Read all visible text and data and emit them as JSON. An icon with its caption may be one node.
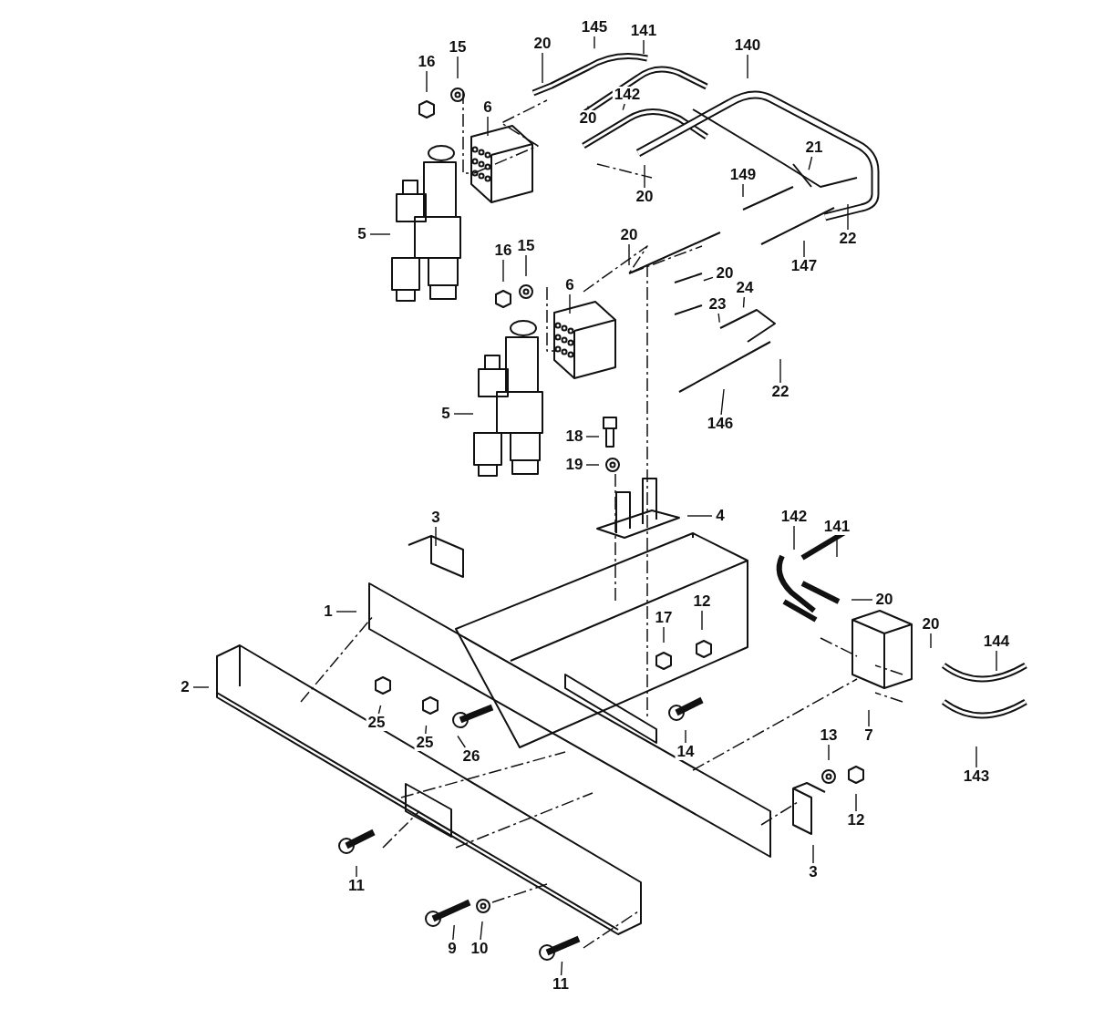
{
  "diagram": {
    "nodes": [
      {
        "text": [
          "16"
        ]
      },
      {
        "text": [
          "15"
        ]
      },
      {
        "text": [
          "20"
        ]
      },
      {
        "text": [
          "145"
        ]
      },
      {
        "text": [
          "141"
        ]
      },
      {
        "text": [
          "140"
        ]
      },
      {
        "text": [
          "6"
        ]
      },
      {
        "text": [
          "142"
        ]
      },
      {
        "text": [
          "20"
        ]
      },
      {
        "text": [
          "21"
        ]
      },
      {
        "text": [
          "20"
        ]
      },
      {
        "text": [
          "149"
        ]
      },
      {
        "text": [
          "5"
        ]
      },
      {
        "text": [
          "22"
        ]
      },
      {
        "text": [
          "147"
        ]
      },
      {
        "text": [
          "16"
        ]
      },
      {
        "text": [
          "15"
        ]
      },
      {
        "text": [
          "20"
        ]
      },
      {
        "text": [
          "20"
        ]
      },
      {
        "text": [
          "6"
        ]
      },
      {
        "text": [
          "24"
        ]
      },
      {
        "text": [
          "23"
        ]
      },
      {
        "text": [
          "22"
        ]
      },
      {
        "text": [
          "146"
        ]
      },
      {
        "text": [
          "5"
        ]
      },
      {
        "text": [
          "18"
        ]
      },
      {
        "text": [
          "19"
        ]
      },
      {
        "text": [
          "4"
        ]
      },
      {
        "text": [
          "3"
        ]
      },
      {
        "text": [
          "142"
        ]
      },
      {
        "text": [
          "141"
        ]
      },
      {
        "text": [
          "1"
        ]
      },
      {
        "text": [
          "20"
        ]
      },
      {
        "text": [
          "17"
        ]
      },
      {
        "text": [
          "12"
        ]
      },
      {
        "text": [
          "20"
        ]
      },
      {
        "text": [
          "144"
        ]
      },
      {
        "text": [
          "2"
        ]
      },
      {
        "text": [
          "7"
        ]
      },
      {
        "text": [
          "25"
        ]
      },
      {
        "text": [
          "25"
        ]
      },
      {
        "text": [
          "26"
        ]
      },
      {
        "text": [
          "14"
        ]
      },
      {
        "text": [
          "13"
        ]
      },
      {
        "text": [
          "143"
        ]
      },
      {
        "text": [
          "12"
        ]
      },
      {
        "text": [
          "3"
        ]
      },
      {
        "text": [
          "11"
        ]
      },
      {
        "text": [
          "9"
        ]
      },
      {
        "text": [
          "10"
        ]
      },
      {
        "text": [
          "11"
        ]
      }
    ],
    "edges": [
      {
        "from": 0,
        "to": null,
        "arrow": "none"
      },
      {
        "from": 1,
        "to": null,
        "arrow": "none"
      },
      {
        "from": 2,
        "to": null,
        "arrow": "none"
      },
      {
        "from": 3,
        "to": null,
        "arrow": "none"
      },
      {
        "from": 4,
        "to": null,
        "arrow": "none"
      },
      {
        "from": 5,
        "to": null,
        "arrow": "none"
      },
      {
        "from": 6,
        "to": null,
        "arrow": "none"
      },
      {
        "from": 7,
        "to": null,
        "arrow": "none"
      },
      {
        "from": 8,
        "to": null,
        "arrow": "none"
      },
      {
        "from": 9,
        "to": null,
        "arrow": "none"
      },
      {
        "from": 10,
        "to": null,
        "arrow": "none"
      },
      {
        "from": 11,
        "to": null,
        "arrow": "none"
      },
      {
        "from": 12,
        "to": null,
        "arrow": "none"
      },
      {
        "from": 13,
        "to": null,
        "arrow": "none"
      },
      {
        "from": 14,
        "to": null,
        "arrow": "none"
      },
      {
        "from": 15,
        "to": null,
        "arrow": "none"
      },
      {
        "from": 16,
        "to": null,
        "arrow": "none"
      },
      {
        "from": 17,
        "to": null,
        "arrow": "none"
      },
      {
        "from": 18,
        "to": null,
        "arrow": "none"
      },
      {
        "from": 19,
        "to": null,
        "arrow": "none"
      },
      {
        "from": 20,
        "to": null,
        "arrow": "none"
      },
      {
        "from": 21,
        "to": null,
        "arrow": "none"
      },
      {
        "from": 22,
        "to": null,
        "arrow": "none"
      },
      {
        "from": 23,
        "to": null,
        "arrow": "none"
      },
      {
        "from": 24,
        "to": null,
        "arrow": "none"
      },
      {
        "from": 25,
        "to": null,
        "arrow": "none"
      },
      {
        "from": 26,
        "to": null,
        "arrow": "none"
      },
      {
        "from": 27,
        "to": null,
        "arrow": "none"
      },
      {
        "from": 28,
        "to": null,
        "arrow": "none"
      },
      {
        "from": 29,
        "to": null,
        "arrow": "none"
      },
      {
        "from": 30,
        "to": null,
        "arrow": "none"
      },
      {
        "from": 31,
        "to": null,
        "arrow": "none"
      },
      {
        "from": 32,
        "to": null,
        "arrow": "none"
      },
      {
        "from": 33,
        "to": null,
        "arrow": "none"
      },
      {
        "from": 34,
        "to": null,
        "arrow": "none"
      },
      {
        "from": 35,
        "to": null,
        "arrow": "none"
      },
      {
        "from": 36,
        "to": null,
        "arrow": "none"
      },
      {
        "from": 37,
        "to": null,
        "arrow": "none"
      },
      {
        "from": 38,
        "to": null,
        "arrow": "none"
      },
      {
        "from": 39,
        "to": null,
        "arrow": "none"
      },
      {
        "from": 40,
        "to": null,
        "arrow": "none"
      },
      {
        "from": 41,
        "to": null,
        "arrow": "none"
      },
      {
        "from": 42,
        "to": null,
        "arrow": "none"
      },
      {
        "from": 43,
        "to": null,
        "arrow": "none"
      },
      {
        "from": 44,
        "to": null,
        "arrow": "none"
      },
      {
        "from": 45,
        "to": null,
        "arrow": "none"
      },
      {
        "from": 46,
        "to": null,
        "arrow": "none"
      },
      {
        "from": 47,
        "to": null,
        "arrow": "none"
      },
      {
        "from": 48,
        "to": null,
        "arrow": "none"
      },
      {
        "from": 49,
        "to": null,
        "arrow": "none"
      },
      {
        "from": 50,
        "to": null,
        "arrow": "none"
      }
    ]
  }
}
